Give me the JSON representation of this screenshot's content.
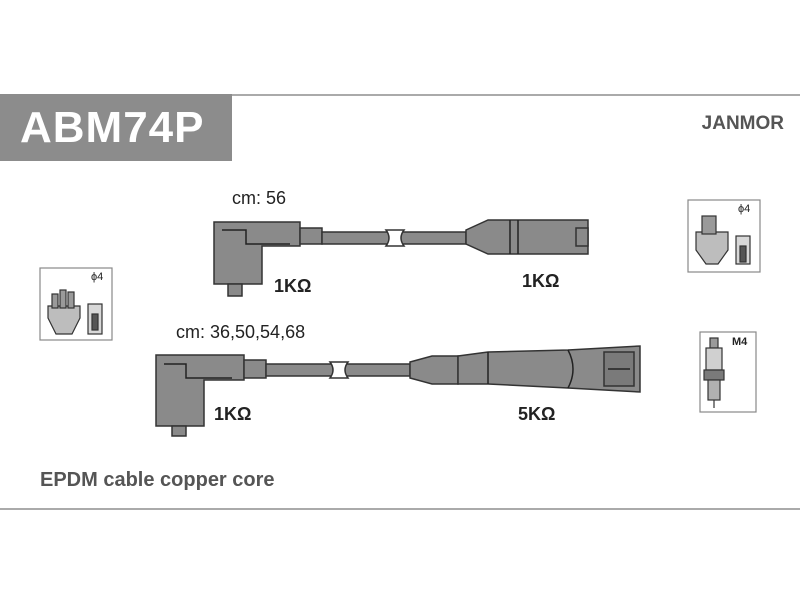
{
  "header": {
    "part_code": "ABM74P",
    "brand": "JANMOR"
  },
  "cable1": {
    "length_label": "cm: 56",
    "resistance_left": "1KΩ",
    "resistance_right": "1KΩ"
  },
  "cable2": {
    "length_label": "cm: 36,50,54,68",
    "resistance_left": "1KΩ",
    "resistance_right": "5KΩ"
  },
  "icons": {
    "distributor_left": {
      "label": "ϕ4"
    },
    "distributor_right": {
      "label": "ϕ4"
    },
    "spark_plug": {
      "label": "M4"
    }
  },
  "footer": {
    "description": "EPDM cable copper core"
  }
}
